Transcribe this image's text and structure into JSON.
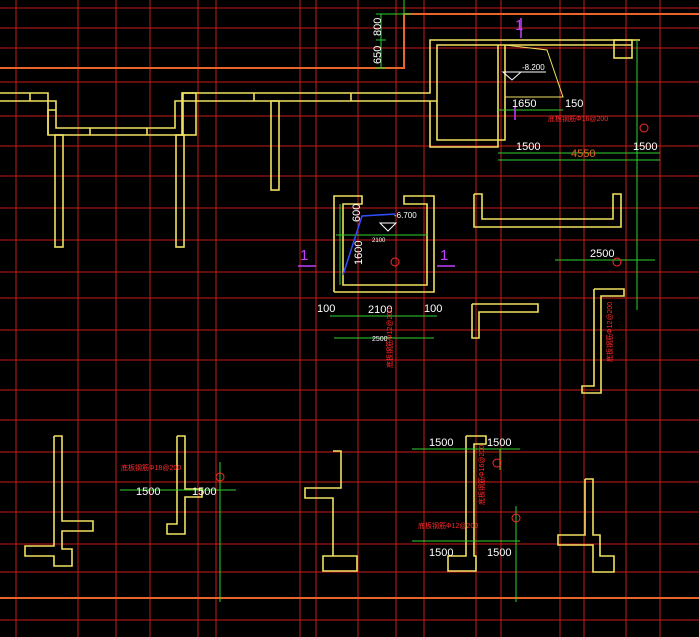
{
  "colors": {
    "background": "#000000",
    "grid_red": "#c81a1a",
    "wall_yellow": "#f0e060",
    "dimension_green": "#2ecf2e",
    "boundary_orange": "#e8662a",
    "section_magenta": "#c040ff",
    "annotation_red": "#ff2a2a",
    "text_white": "#ffffff",
    "blue_marker": "#3050ff"
  },
  "labels": {
    "top_dim_800": "800",
    "top_dim_650": "650",
    "sec_top": "1",
    "lvl_top": "-8.200",
    "d1650": "1650",
    "d150": "150",
    "note_top": "底板钢筋Φ16@200",
    "d1500_a": "1500",
    "d4550": "4550",
    "d1500_b": "1500",
    "sec_left": "1",
    "sec_right": "1",
    "lvl_pit": "-6.700",
    "d600": "600",
    "d1600": "1600",
    "d2100_inner": "2100",
    "d100_left": "100",
    "d2100": "2100",
    "d100_right": "100",
    "d2500_pit": "2500",
    "note_pit": "底板钢筋Φ12@200",
    "d2500_right": "2500",
    "note_right": "底板钢筋Φ12@200",
    "note_ll": "底板钢筋Φ18@200",
    "d1500_ll1": "1500",
    "d1500_ll2": "1500",
    "d1500_bm1": "1500",
    "d1500_bm2": "1500",
    "note_bm": "底板钢筋Φ16@200",
    "note_bm2": "底板钢筋Φ12@200",
    "d1500_bm3": "1500",
    "d1500_bm4": "1500"
  }
}
